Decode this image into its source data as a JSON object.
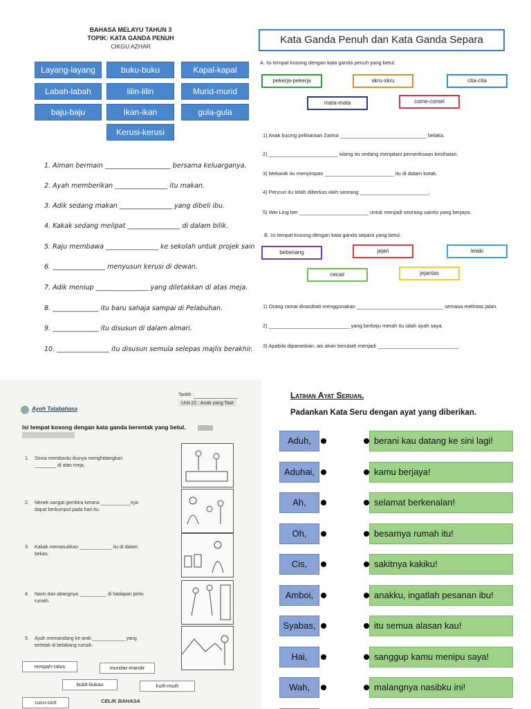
{
  "q1": {
    "header": [
      "BAHASA MELAYU TAHUN 3",
      "TOPIK: KATA GANDA PENUH",
      "CIKGU AZHAR"
    ],
    "words": [
      "Layang-layang",
      "buku-buku",
      "Kapal-kapal",
      "Labah-labah",
      "lilin-lilin",
      "Murid-murid",
      "baju-baju",
      "Ikan-ikan",
      "gula-gula",
      "Kerusi-kerusi"
    ],
    "questions": [
      "1. Aiman bermain ____________________ bersama keluarganya.",
      "2. Ayah memberikan ________________ itu makan.",
      "3. Adik sedang makan ________________ yang dibeli ibu.",
      "4. Kakak sedang melipat ________________ di dalam bilik.",
      "5. Raju membawa ________________ ke sekolah untuk projek sains.",
      "6. ________________ menyusun kerusi di dewan.",
      "7. Adik meniup ________________ yang diletakkan di atas meja.",
      "8. ______________ itu baru sahaja sampai di Pelabuhan.",
      "9. ______________ itu disusun di dalam almari.",
      "10. ________________ itu disusun semula selepas majlis berakhir."
    ]
  },
  "q2": {
    "title": "Kata Ganda Penuh dan Kata Ganda Separa",
    "sectionA": "A. Isi tempat kosong dengan kata ganda penuh yang betul.",
    "wordsA": [
      {
        "text": "pekerja-pekerja",
        "color": "#2e9a3a"
      },
      {
        "text": "skru-skru",
        "color": "#e08a2c"
      },
      {
        "text": "cita-cita",
        "color": "#2c8ac8"
      },
      {
        "text": "mata-mata",
        "color": "#2a3a8a"
      },
      {
        "text": "come-comel",
        "color": "#c83a3a"
      }
    ],
    "questionsA": [
      "1)  Anak kucing peliharaan Zarina ______________________________ belaka.",
      "2)  ________________________ kilang itu sedang menjalani pemeriksaan kesihatan.",
      "3)  Mekanik itu menyimpan ________________________ itu di dalam kotak.",
      "4)  Pencuri itu telah diberkas oleh seorang ________________________.",
      "5)  Wei Ling ber ________________________ untuk menjadi seorang saintis yang berjaya."
    ],
    "sectionB": "B. Isi tempat kosong dengan kata ganda separa yang betul.",
    "wordsB": [
      {
        "text": "bebenang",
        "color": "#7a3aaa"
      },
      {
        "text": "jejari",
        "color": "#d83a3a"
      },
      {
        "text": "lelaki",
        "color": "#3aa0d8"
      },
      {
        "text": "cecair",
        "color": "#6ac04a"
      },
      {
        "text": "jejantas",
        "color": "#e8d02a"
      }
    ],
    "questionsB": [
      "1)  Orang ramai dinasihati menggunakan ______________________________ semasa melintas jalan.",
      "2)  ____________________________ yang berbaju merah itu ialah ayah saya.",
      "3)  Apabila dipanaskan, ais akan berubah menjadi ____________________________."
    ]
  },
  "q3": {
    "tarikh": "Tarikh :",
    "unit": "Unit 22 : Anak yang Taat",
    "logo": "Ayoh Tatabahasa",
    "instruction": "Isi tempat kosong dengan kata ganda berentak yang betul.",
    "questions": [
      [
        "1.",
        "Sonia    membantu    ibunya    menghidangkan",
        "________ di atas meja."
      ],
      [
        "2.",
        "Nenek sangat gembira kerana ___________nya",
        "dapat berkumpul pada hari itu."
      ],
      [
        "3.",
        "Kakak  memasukkan  ____________  itu  di  dalam",
        "bekas."
      ],
      [
        "4.",
        "Narin dan abangnya __________ di hadapan pintu",
        "rumah."
      ],
      [
        "5.",
        "Ayah  memandang  ke  arah  ____________  yang",
        "terletak di belakang rumah."
      ]
    ],
    "words": [
      "rempah-ratus",
      "mundar-mandir",
      "bukit-bukau",
      "kuih-muih",
      "cucu-cicit"
    ],
    "footer": "CELIK BAHASA"
  },
  "q4": {
    "title": "Latihan Ayat Seruan.",
    "instruction": "Padankan Kata Seru dengan ayat yang diberikan.",
    "left": [
      "Aduh,",
      "Aduhai,",
      "Ah,",
      "Oh,",
      "Cis,",
      "Amboi,",
      "Syabas,",
      "Hai,",
      "Wah,",
      ""
    ],
    "right": [
      "berani kau datang ke sini lagi!",
      "kamu berjaya!",
      "selamat berkenalan!",
      "besarnya rumah itu!",
      "sakitnya kakiku!",
      "anakku, ingatlah pesanan ibu!",
      "itu semua alasan kau!",
      "sanggup kamu menipu saya!",
      "malangnya nasibku ini!",
      ""
    ]
  }
}
